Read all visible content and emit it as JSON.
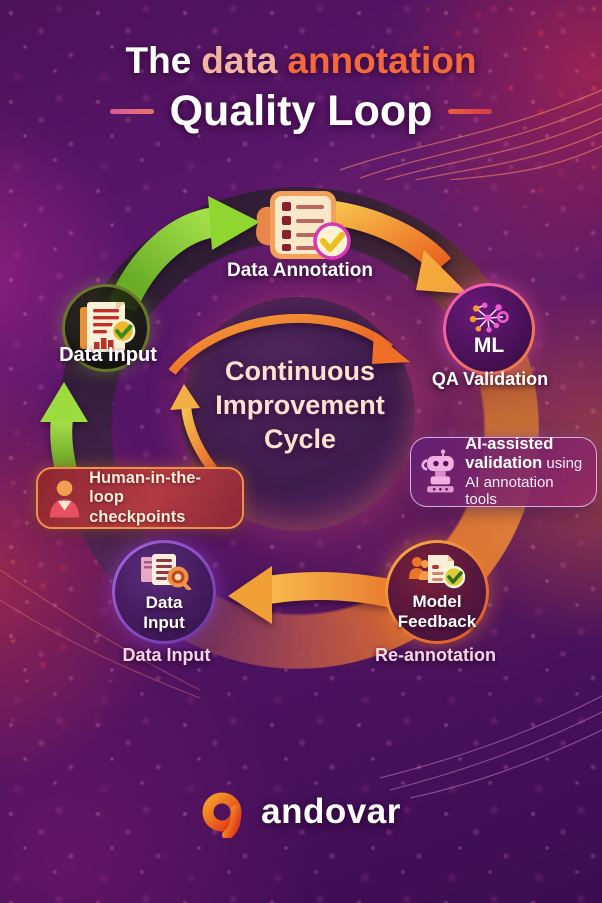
{
  "title": {
    "word1": "The",
    "word2": "data",
    "word3": "annotation",
    "line2": "Quality Loop"
  },
  "center": {
    "line1": "Continuous",
    "line2": "Improvement",
    "line3": "Cycle"
  },
  "nodes": {
    "data_annotation": {
      "label": "Data Annotation"
    },
    "qa_validation": {
      "badge": "ML",
      "label": "QA Validation"
    },
    "model_feedback": {
      "line1": "Model",
      "line2": "Feedback",
      "sublabel": "Re-annotation"
    },
    "data_input_bottom": {
      "line1": "Data",
      "line2": "Input",
      "sublabel": "Data Input"
    },
    "data_input_left": {
      "label": "Data Input"
    }
  },
  "callouts": {
    "ai": {
      "bold1": "AI-assisted",
      "bold2": "validation",
      "regular": " using",
      "line3": "AI annotation tools"
    },
    "hitl": {
      "line1": "Human-in-the-loop",
      "line2": "checkpoints"
    }
  },
  "footer": {
    "brand": "andovar"
  },
  "icons": [
    "checklist-icon",
    "ml-network-icon",
    "robot-icon",
    "person-icon",
    "feedback-doc-icon",
    "search-docs-icon",
    "chart-doc-icon",
    "andovar-logo-mark"
  ],
  "colors": {
    "title_white": "#ffffff",
    "title_salmon": "#f2b3a1",
    "title_orange": "#f26a3c",
    "arrow_green": "#8fd630",
    "arrow_orange": "#f5a93a",
    "background_purple": "#521463",
    "callout_border_orange": "#f09048"
  }
}
